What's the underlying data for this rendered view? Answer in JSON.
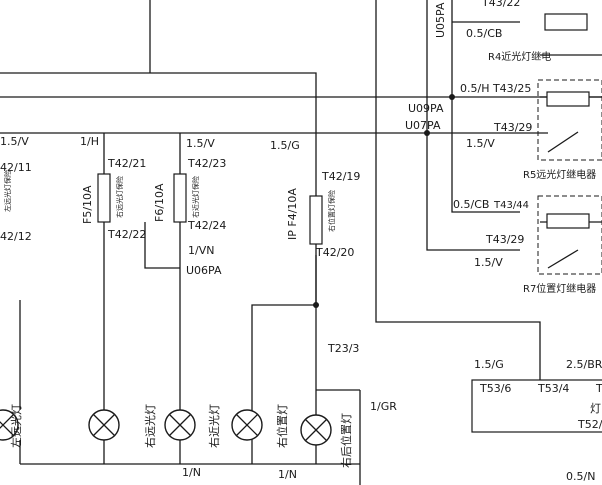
{
  "wire_labels": {
    "t43_22": "T43/22",
    "u05pa": "U05PA",
    "w05cb_top": "0.5/CB",
    "w15v_left": "1.5/V",
    "w1h": "1/H",
    "w15v_mid": "1.5/V",
    "w15g": "1.5/G",
    "u09pa": "U09PA",
    "u07pa": "U07PA",
    "w05h_t43_25": "0.5/H T43/25",
    "t43_29_a": "T43/29",
    "w15v_r1": "1.5/V",
    "w05cb_t43_44": "0.5/CB",
    "t43_44": "T43/44",
    "t43_29_b": "T43/29",
    "w15v_r2": "1.5/V",
    "t42_11": "42/11",
    "t42_12": "42/12",
    "t42_21": "T42/21",
    "t42_22": "T42/22",
    "t42_23": "T42/23",
    "t42_24": "T42/24",
    "w1vn": "1/VN",
    "u06pa": "U06PA",
    "t42_19": "T42/19",
    "t42_20": "T42/20",
    "t23_3": "T23/3",
    "w1gr": "1/GR",
    "w1n_a": "1/N",
    "w1n_b": "1/N",
    "w15g_r": "1.5/G",
    "w25br": "2.5/BR",
    "t53_6": "T53/6",
    "t53_4": "T53/4",
    "t53_t": "T",
    "t52": "T52/",
    "deng": "灯",
    "w05n": "0.5/N"
  },
  "fuses": {
    "f5": "F5/10A",
    "f5_desc": "右远光灯保险",
    "f6": "F6/10A",
    "f6_desc": "右近光灯保险",
    "f4": "IP F4/10A",
    "f4_desc": "右位置灯保险",
    "left_desc": "左远光灯保险"
  },
  "relays": {
    "r4": "R4近光灯继电",
    "r5": "R5远光灯继电器",
    "r7": "R7位置灯继电器"
  },
  "lamps": {
    "l0": "左远光灯",
    "l1": "右远光灯",
    "l2": "右近光灯",
    "l3": "右位置灯",
    "l4": "右后位置灯"
  }
}
